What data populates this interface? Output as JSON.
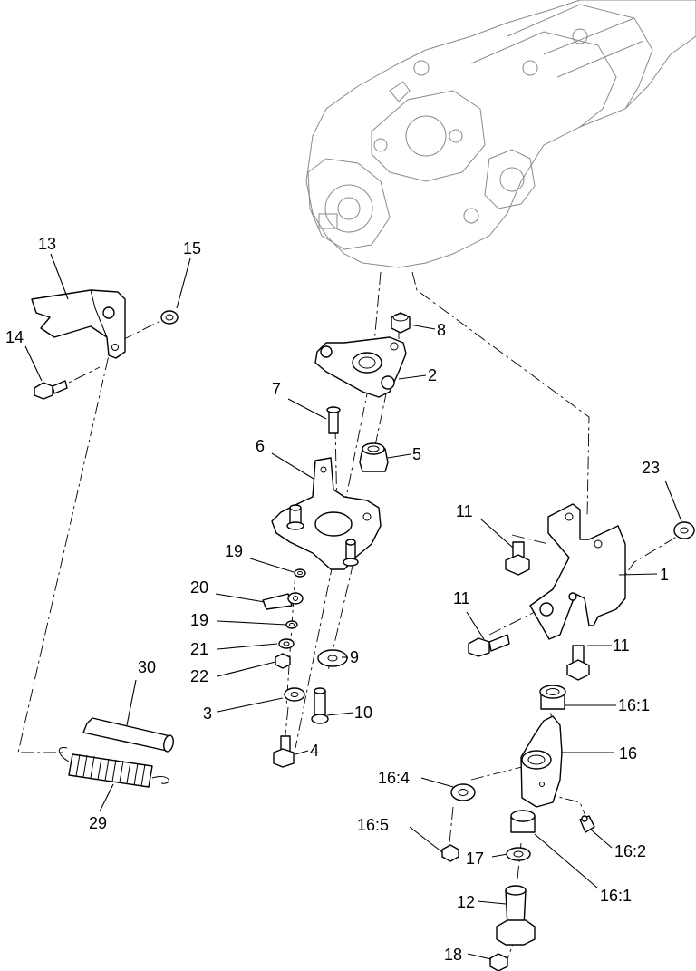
{
  "callouts": {
    "c1": "1",
    "c2": "2",
    "c3": "3",
    "c4": "4",
    "c5": "5",
    "c6": "6",
    "c7": "7",
    "c8": "8",
    "c9": "9",
    "c10": "10",
    "c11a": "11",
    "c11b": "11",
    "c11c": "11",
    "c12": "12",
    "c13": "13",
    "c14": "14",
    "c15": "15",
    "c16": "16",
    "c16_1a": "16:1",
    "c16_1b": "16:1",
    "c16_2": "16:2",
    "c16_4": "16:4",
    "c16_5": "16:5",
    "c17": "17",
    "c18": "18",
    "c19a": "19",
    "c19b": "19",
    "c20": "20",
    "c21": "21",
    "c22": "22",
    "c23": "23",
    "c29": "29",
    "c30": "30"
  }
}
